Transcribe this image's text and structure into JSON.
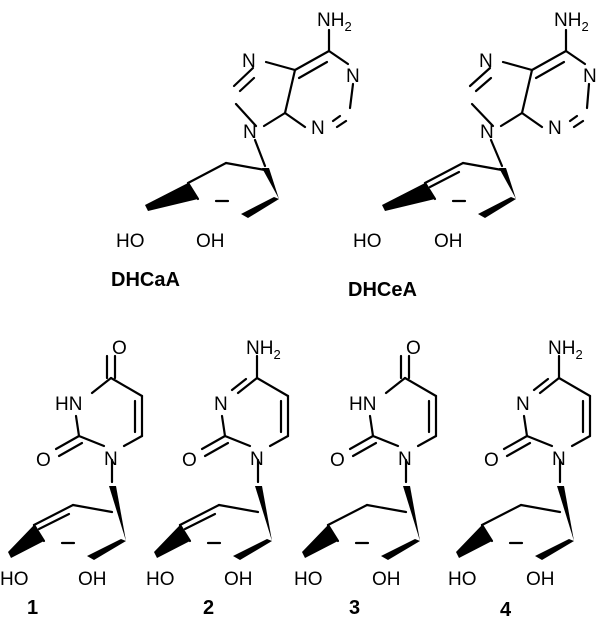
{
  "atoms": {
    "n": "N",
    "o": "O",
    "hn": "HN",
    "nh": "NH",
    "nh_sub": "2",
    "ho": "HO",
    "oh": "OH"
  },
  "compounds": [
    {
      "label": "DHCaA"
    },
    {
      "label": "DHCeA"
    },
    {
      "label": "1"
    },
    {
      "label": "2"
    },
    {
      "label": "3"
    },
    {
      "label": "4"
    }
  ]
}
